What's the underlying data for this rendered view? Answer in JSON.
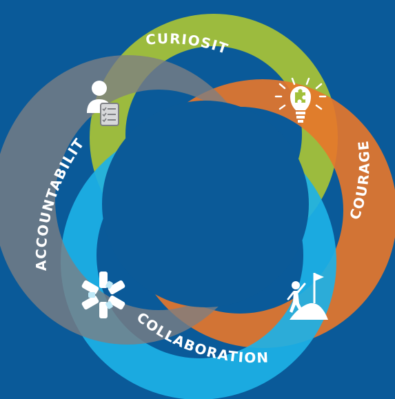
{
  "values": {
    "curiosity": "CURIOSITY",
    "courage": "COURAGE",
    "collaboration": "COLLABORATION",
    "accountability": "ACCOUNTABILITY"
  },
  "colors": {
    "background": "#0a5a99",
    "center": "#0b5a98",
    "curiosity": "#a2c03a",
    "courage": "#e8772a",
    "collaboration": "#1db1e6",
    "accountability": "#7d7f83",
    "text": "#ffffff"
  },
  "icons": {
    "curiosity": "lightbulb-puzzle-icon",
    "courage": "climber-flag-icon",
    "collaboration": "joined-hands-icon",
    "accountability": "person-checklist-icon"
  }
}
